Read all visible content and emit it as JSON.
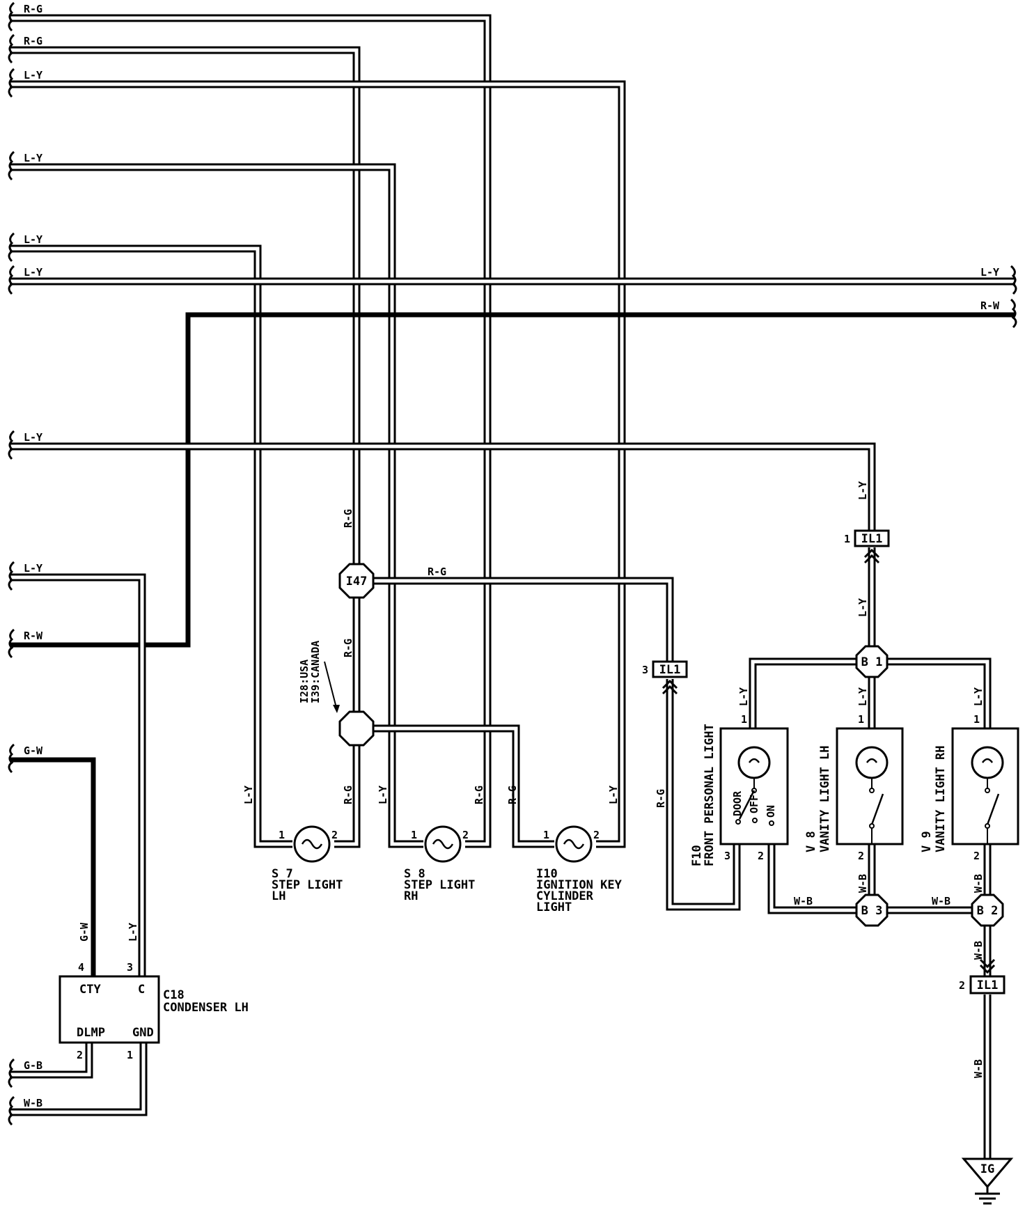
{
  "left_wires": [
    "R-G",
    "R-G",
    "L-Y",
    "L-Y",
    "L-Y",
    "L-Y",
    "L-Y",
    "L-Y",
    "R-W",
    "G-W",
    "G-B",
    "W-B"
  ],
  "right_wires": [
    "L-Y",
    "R-W"
  ],
  "segment_labels": {
    "rg_to_i47": "R-G",
    "rg_i47_branch": "R-G",
    "rg_between_junctions": "R-G",
    "s7_left": "L-Y",
    "s7_right": "R-G",
    "s8_left": "L-Y",
    "s8_right": "R-G",
    "i10_left": "R-G",
    "i10_right": "L-Y",
    "il1_3_feed": "R-G",
    "il1_1_top": "L-Y",
    "il1_1_bottom": "L-Y",
    "f10_pin1": "L-Y",
    "v8_pin1": "L-Y",
    "v9_pin1": "L-Y",
    "f10_to_b3": "W-B",
    "v8_to_b3": "W-B",
    "b3_to_b2": "W-B",
    "v9_to_b2": "W-B",
    "b2_down": "W-B",
    "il1_2_down": "W-B",
    "c18_gw": "G-W",
    "c18_ly": "L-Y"
  },
  "junction_note": {
    "line1": "I28:USA",
    "line2": "I39:CANADA"
  },
  "junctions": {
    "i47": "I47",
    "b1": "B 1",
    "b3": "B 3",
    "b2": "B 2"
  },
  "connectors": {
    "il1_1": {
      "name": "IL1",
      "pin": "1"
    },
    "il1_3": {
      "name": "IL1",
      "pin": "3"
    },
    "il1_2": {
      "name": "IL1",
      "pin": "2"
    }
  },
  "components": {
    "s7": {
      "code": "S 7",
      "name_line1": "STEP LIGHT",
      "name_line2": "LH",
      "pin1": "1",
      "pin2": "2"
    },
    "s8": {
      "code": "S 8",
      "name_line1": "STEP LIGHT",
      "name_line2": "RH",
      "pin1": "1",
      "pin2": "2"
    },
    "i10": {
      "code": "I10",
      "name_line1": "IGNITION KEY",
      "name_line2": "CYLINDER",
      "name_line3": "LIGHT",
      "pin1": "1",
      "pin2": "2"
    },
    "f10": {
      "code": "F10",
      "name": "FRONT PERSONAL LIGHT",
      "pin1": "1",
      "pin2": "2",
      "pin3": "3",
      "sw_door": "DOOR",
      "sw_off": "OFF",
      "sw_on": "ON"
    },
    "v8": {
      "code": "V 8",
      "name": "VANITY LIGHT LH",
      "pin1": "1",
      "pin2": "2"
    },
    "v9": {
      "code": "V 9",
      "name": "VANITY LIGHT RH",
      "pin1": "1",
      "pin2": "2"
    },
    "c18": {
      "code": "C18",
      "name": "CONDENSER LH",
      "t_cty": "CTY",
      "t_c": "C",
      "t_dlmp": "DLMP",
      "t_gnd": "GND",
      "pin4": "4",
      "pin3": "3",
      "pin2": "2",
      "pin1": "1"
    },
    "ground": {
      "code": "IG"
    }
  }
}
